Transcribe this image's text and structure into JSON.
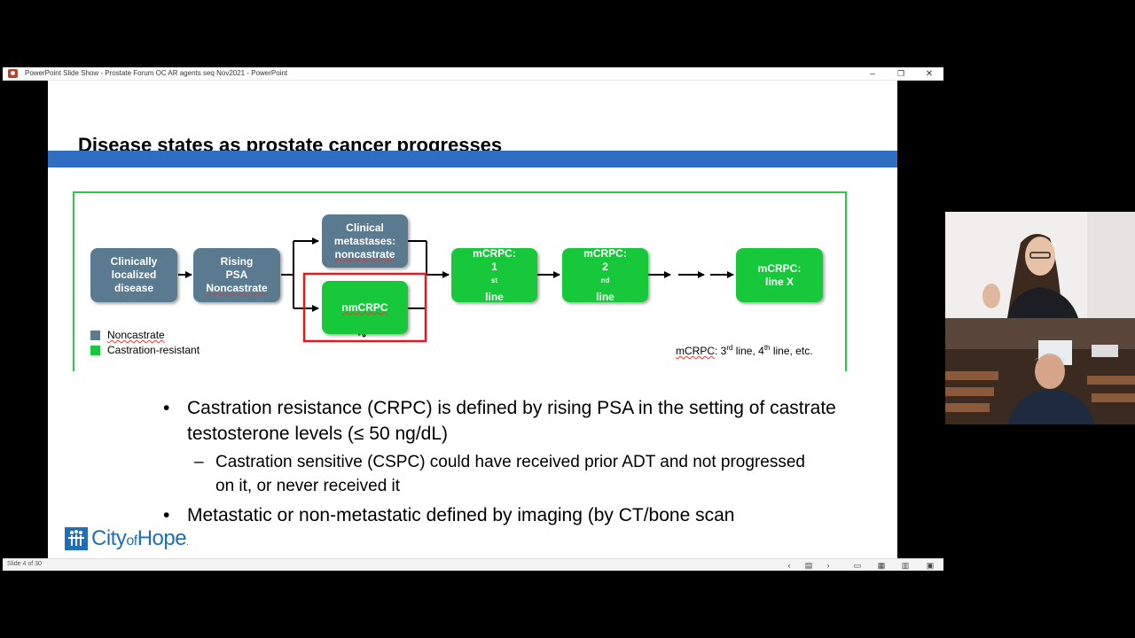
{
  "window": {
    "title": "PowerPoint Slide Show  -  Prostate Forum OC AR agents seq Nov2021  -  PowerPoint",
    "minimize": "–",
    "restore": "❐",
    "close": "✕"
  },
  "slide": {
    "title": "Disease states as prostate cancer progresses",
    "diagram": {
      "boxes": {
        "clinically_localized": [
          "Clinically",
          "localized",
          "disease"
        ],
        "rising_psa": [
          "Rising",
          "PSA",
          "Noncastrate"
        ],
        "clinical_metastases": [
          "Clinical",
          "metastases:",
          "noncastrate"
        ],
        "nmcrpc": "nmCRPC",
        "mcrpc_1": {
          "name": "mCRPC:",
          "line_num": "1",
          "line_sup": "st",
          "line_text": " line"
        },
        "mcrpc_2": {
          "name": "mCRPC:",
          "line_num": "2",
          "line_sup": "nd",
          "line_text": " line"
        },
        "mcrpc_x": [
          "mCRPC:",
          "line X"
        ]
      },
      "legend": {
        "noncastrate": "Noncastrate",
        "castration_resistant": "Castration-resistant"
      },
      "note": {
        "prefix": "mCRPC",
        "p1": ": 3",
        "s1": "rd",
        "p2": " line, 4",
        "s2": "th",
        "p3": " line, etc."
      }
    },
    "bullets": {
      "b1": "Castration resistance (CRPC) is defined by rising PSA in the setting of castrate testosterone levels (≤ 50 ng/dL)",
      "b1_sub": "Castration sensitive (CSPC) could have received prior ADT and not progressed on it, or never received it",
      "b2": "Metastatic or non-metastatic defined by imaging (by CT/bone scan"
    },
    "logo": {
      "city": "City",
      "of": "of",
      "hope": "Hope",
      "reg": "."
    }
  },
  "statusbar": {
    "slide_indicator": "Slide 4 of 30"
  },
  "colors": {
    "blue_bar": "#2f6ec3",
    "noncastrate": "#5a7a90",
    "castration_resistant": "#17c93a",
    "highlight": "#e5171e",
    "frame": "#2fc44a"
  }
}
